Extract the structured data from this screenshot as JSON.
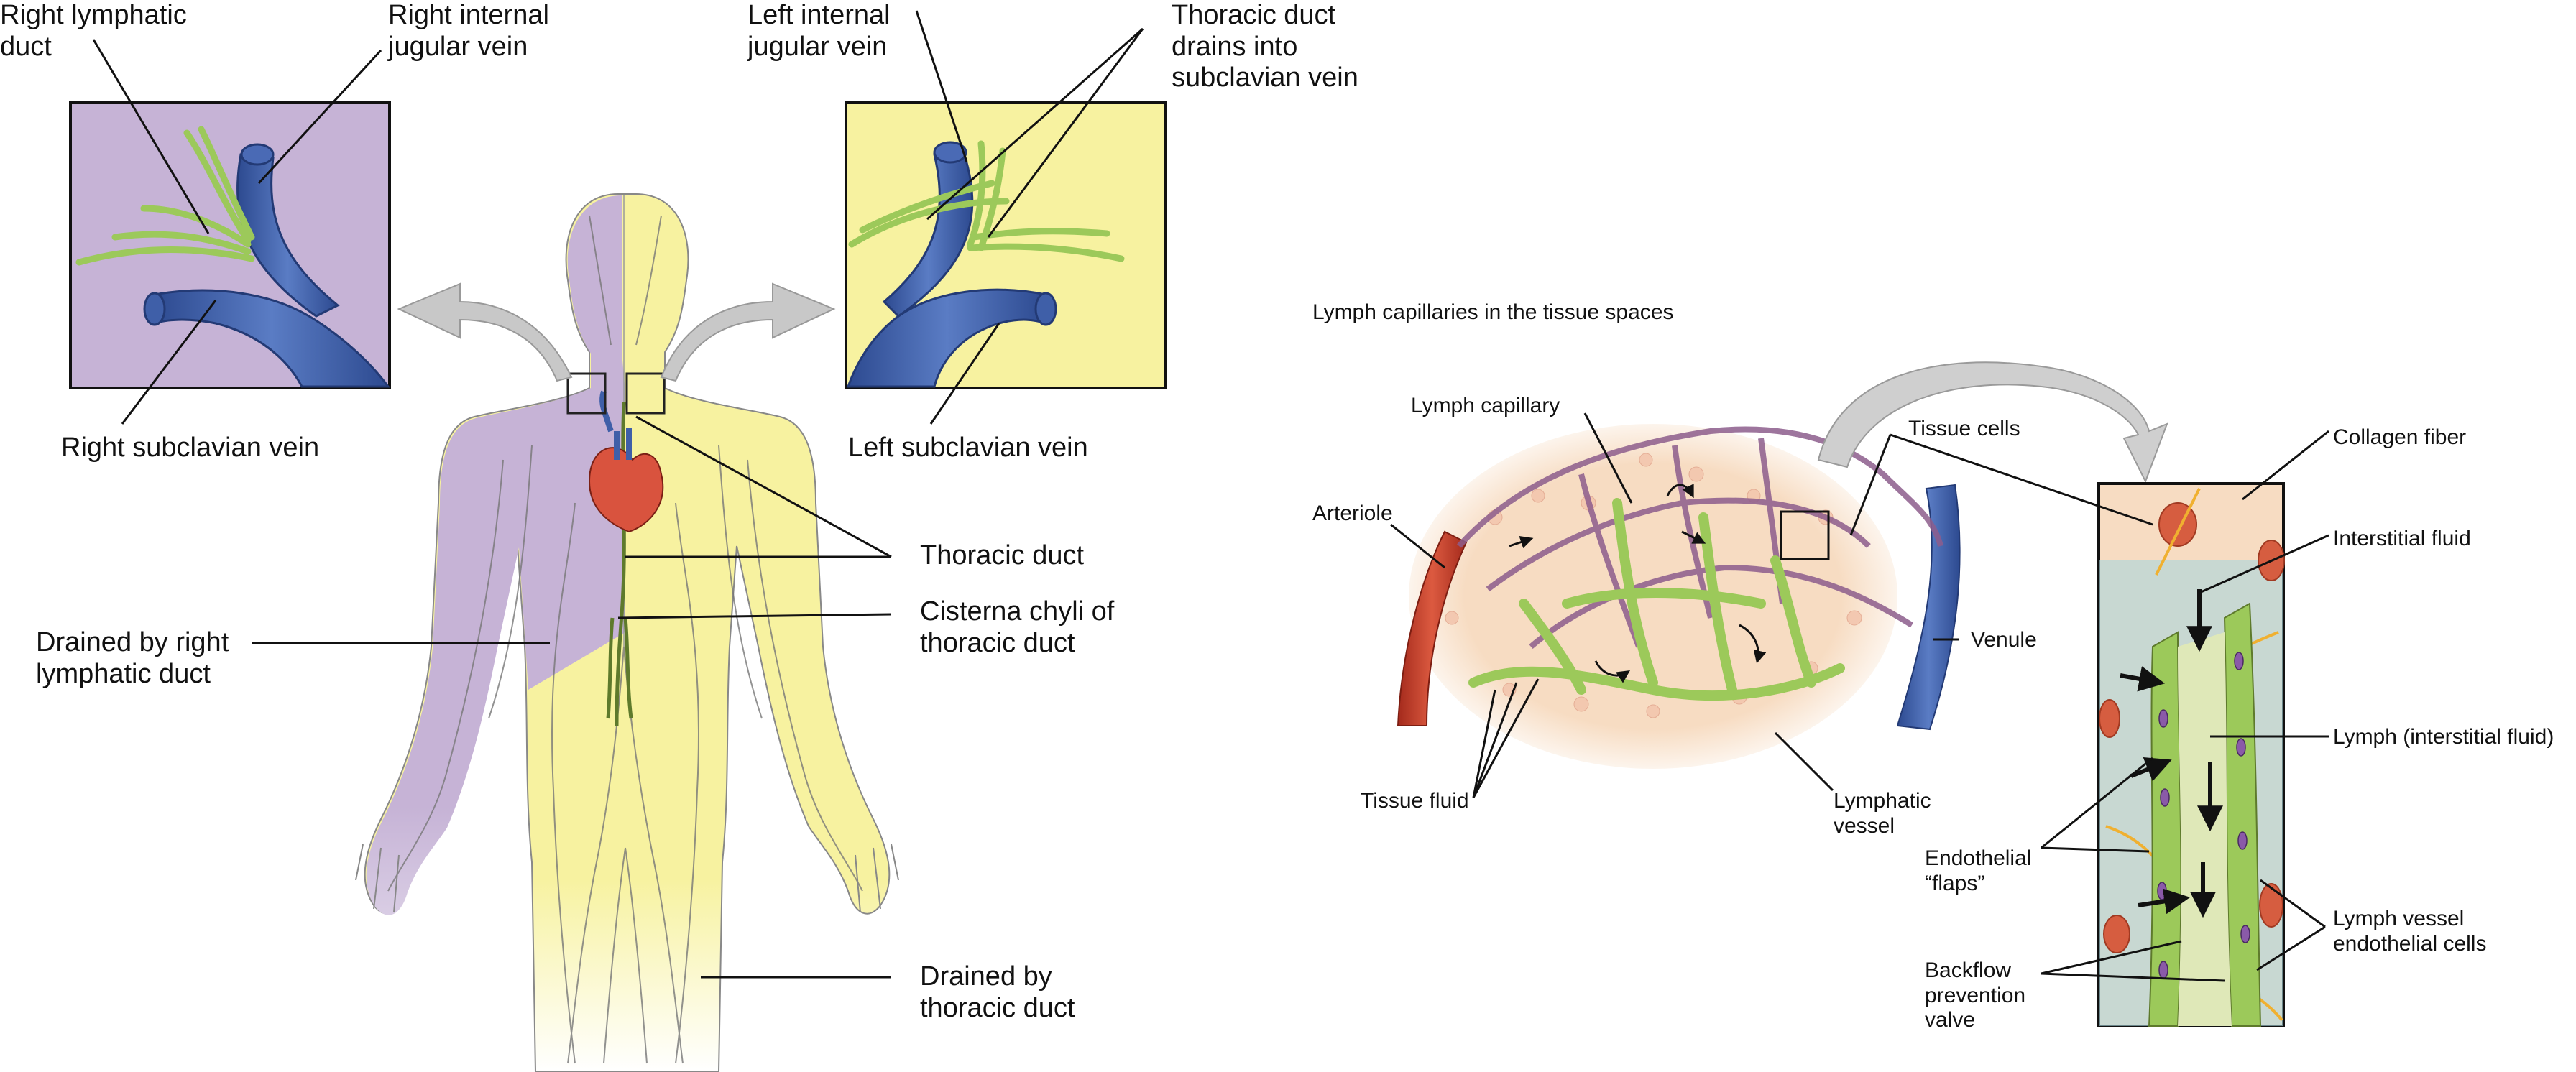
{
  "labels": {
    "right_lymphatic_duct": "Right lymphatic\nduct",
    "right_internal_jugular_vein": "Right internal\njugular vein",
    "left_internal_jugular_vein": "Left internal\njugular vein",
    "thoracic_duct_drains": "Thoracic duct\ndrains into\nsubclavian vein",
    "right_subclavian_vein": "Right subclavian vein",
    "left_subclavian_vein": "Left subclavian vein",
    "thoracic_duct": "Thoracic duct",
    "cisterna_chyli": "Cisterna chyli of\nthoracic duct",
    "drained_by_right": "Drained by right\nlymphatic duct",
    "drained_by_thoracic": "Drained by\nthoracic duct",
    "lymph_capillaries_title": "Lymph capillaries in the tissue spaces",
    "lymph_capillary": "Lymph capillary",
    "tissue_cells": "Tissue cells",
    "arteriole": "Arteriole",
    "venule": "Venule",
    "tissue_fluid": "Tissue fluid",
    "lymphatic_vessel": "Lymphatic\nvessel",
    "collagen_fiber": "Collagen fiber",
    "interstitial_fluid": "Interstitial fluid",
    "lymph_interstitial_fluid": "Lymph (interstitial fluid)",
    "endothelial_flaps": "Endothelial\n“flaps”",
    "lymph_vessel_endothelial_cells": "Lymph vessel\nendothelial cells",
    "backflow_prevention_valve": "Backflow\nprevention\nvalve"
  },
  "colors": {
    "right_region": "#c6b3d6",
    "left_region": "#f7f2a0",
    "vein_blue": "#3f5fa8",
    "lymph_green": "#9cc95a",
    "artery_red": "#c8402e",
    "tissue_peach": "#f7dcc2",
    "interstitial_blue": "#a9d5dc"
  }
}
